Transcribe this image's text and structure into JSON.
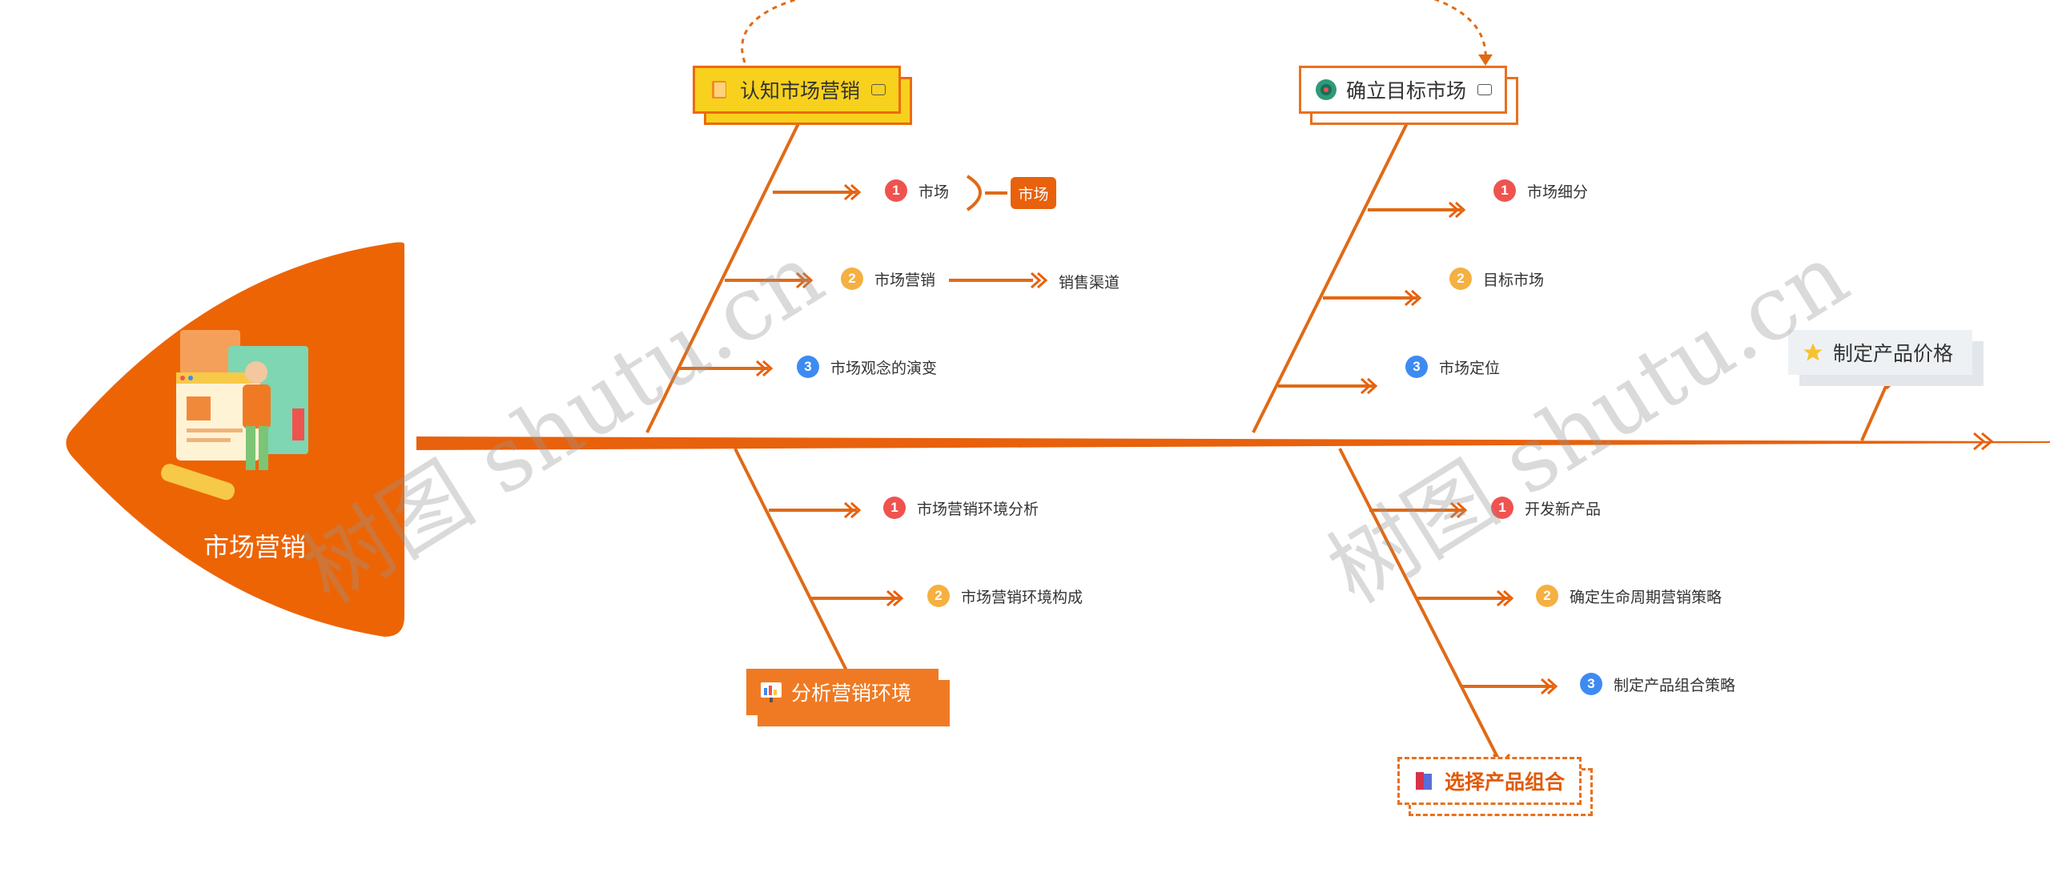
{
  "colors": {
    "spine": "#e8610c",
    "bone": "#e06a16",
    "badge1": "#ef5350",
    "badge2": "#f5b041",
    "badge3": "#3d8bf2"
  },
  "head": {
    "label": "市场营销"
  },
  "topics": {
    "t1": {
      "label": "认知市场营销",
      "icon": "book-icon"
    },
    "t2": {
      "label": "确立目标市场",
      "icon": "target-icon"
    },
    "t3": {
      "label": "分析营销环境",
      "icon": "chart-board-icon"
    },
    "t4": {
      "label": "选择产品组合",
      "icon": "books-icon"
    },
    "t5": {
      "label": "制定产品价格",
      "icon": "star-icon"
    }
  },
  "subtopics": {
    "t1": [
      {
        "num": "1",
        "label": "市场"
      },
      {
        "num": "2",
        "label": "市场营销"
      },
      {
        "num": "3",
        "label": "市场观念的演变"
      }
    ],
    "t1_extra": {
      "boxed_label": "市场",
      "channel_label": "销售渠道"
    },
    "t2": [
      {
        "num": "1",
        "label": "市场细分"
      },
      {
        "num": "2",
        "label": "目标市场"
      },
      {
        "num": "3",
        "label": "市场定位"
      }
    ],
    "t3": [
      {
        "num": "1",
        "label": "市场营销环境分析"
      },
      {
        "num": "2",
        "label": "市场营销环境构成"
      }
    ],
    "t4": [
      {
        "num": "1",
        "label": "开发新产品"
      },
      {
        "num": "2",
        "label": "确定生命周期营销策略"
      },
      {
        "num": "3",
        "label": "制定产品组合策略"
      }
    ]
  },
  "watermarks": [
    "树图 shutu.cn",
    "树图 shutu.cn"
  ]
}
